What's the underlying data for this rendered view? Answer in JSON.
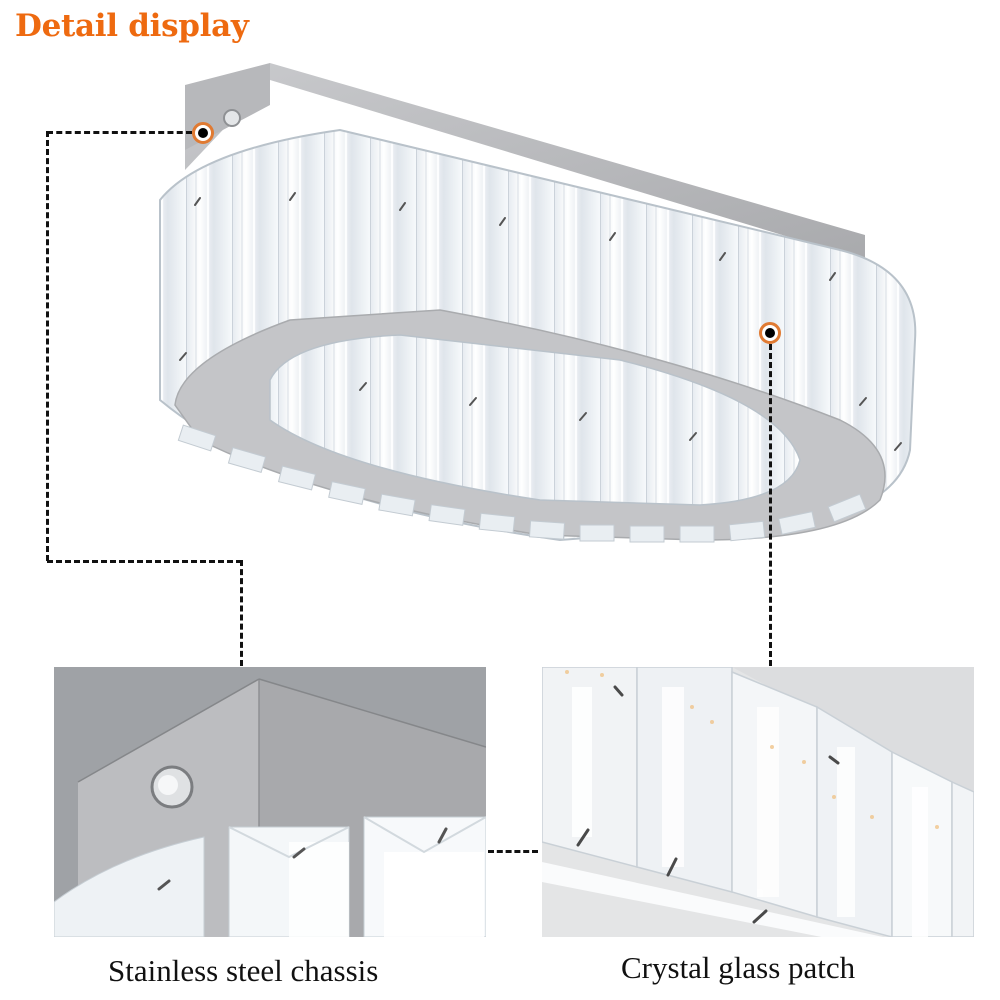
{
  "header": {
    "title": "Detail display"
  },
  "accent_color": "#ee6a10",
  "marker_color": "#e07a32",
  "callouts": [
    {
      "id": "chassis",
      "label": "Stainless steel chassis"
    },
    {
      "id": "crystal",
      "label": "Crystal glass patch"
    }
  ],
  "images": {
    "main": "oval crystal ceiling light with stainless steel mounting chassis",
    "detail_left": "close-up of stainless steel chassis with mounting screw",
    "detail_right": "close-up of crystal glass prisms"
  }
}
